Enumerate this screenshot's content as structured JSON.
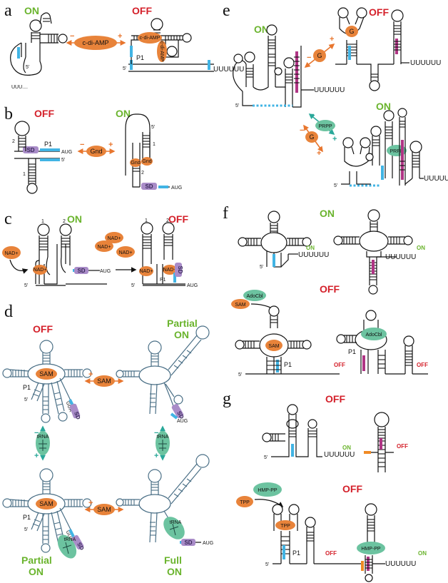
{
  "panels": {
    "a": {
      "label": "a",
      "state_left": "ON",
      "state_right": "OFF",
      "ligand": "c-di-AMP",
      "bound_1": "c-di-AMP",
      "bound_2": "c-di-AMP",
      "stem_label": "P1",
      "five_prime": "5'",
      "tail": "UUUUUU",
      "left_tail": "UUU...."
    },
    "b": {
      "label": "b",
      "state_left": "OFF",
      "state_right": "ON",
      "ligand": "Gnd",
      "bound": "Gnd",
      "sd": "SD",
      "aug": "AUG",
      "p1": "P1",
      "stem_1": "1",
      "stem_2": "2",
      "five_prime": "5'"
    },
    "c": {
      "label": "c",
      "state_left": "ON",
      "state_right": "OFF",
      "ligand": "NAD+",
      "sd": "SD",
      "aug": "AUG",
      "p1": "P1",
      "stem_1": "1",
      "stem_2": "2",
      "five_prime": "5'"
    },
    "d": {
      "label": "d",
      "state_top_left": "OFF",
      "state_top_right_1": "Partial",
      "state_top_right_2": "ON",
      "state_bottom_left_1": "Partial",
      "state_bottom_left_2": "ON",
      "state_bottom_right_1": "Full",
      "state_bottom_right_2": "ON",
      "ligand": "SAM",
      "trna": "tRNA",
      "sd": "SD",
      "gua": "GUA",
      "aug": "AUG",
      "p1": "P1",
      "five_prime": "5'"
    },
    "e": {
      "label": "e",
      "state_top_left": "ON",
      "state_top_right": "OFF",
      "state_bottom": "ON",
      "ligand_g": "G",
      "ligand_prpp": "PRPP",
      "tail": "UUUUUU",
      "five_prime": "5'"
    },
    "f": {
      "label": "f",
      "state_top": "ON",
      "state_bottom": "OFF",
      "ligand_sam": "SAM",
      "ligand_adocbl": "AdoCbl",
      "tail": "UUUUUU",
      "small_on": "ON",
      "small_off": "OFF",
      "p1": "P1",
      "five_prime": "5'"
    },
    "g": {
      "label": "g",
      "state_top": "OFF",
      "state_bottom": "OFF",
      "ligand_tpp": "TPP",
      "ligand_hmp": "HMP-PP",
      "tail": "UUUUUU",
      "small_on": "ON",
      "small_off": "OFF",
      "p1": "P1",
      "five_prime": "5'"
    }
  },
  "signs": {
    "plus": "+",
    "minus": "−"
  },
  "colors": {
    "on_green": "#6ab42d",
    "off_red": "#d4202a",
    "ligand_orange": "#e8833a",
    "ligand_teal": "#6cc3a0",
    "pairing_blue": "#41b4e4",
    "pairing_magenta": "#b03585",
    "sd_purple": "#a98cc8"
  }
}
